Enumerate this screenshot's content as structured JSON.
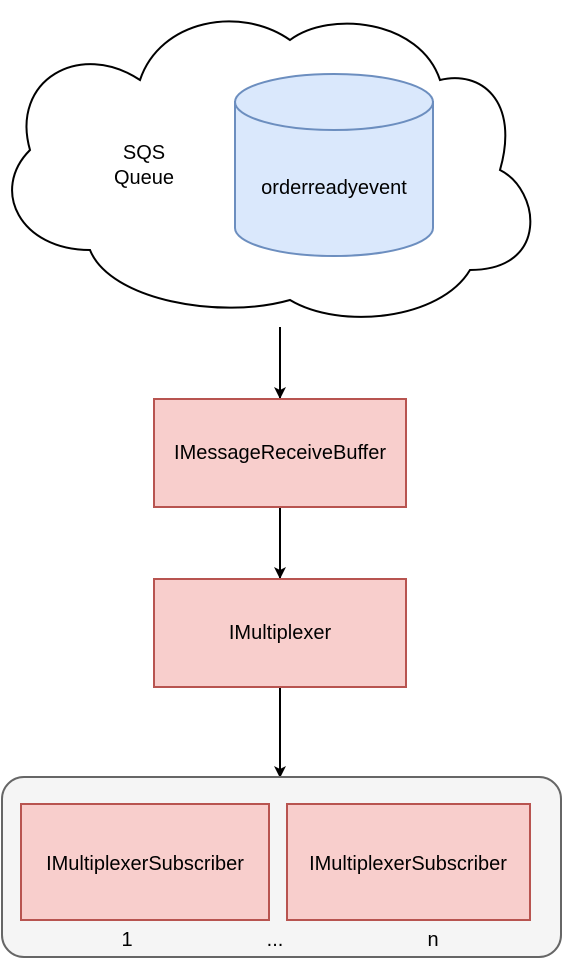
{
  "cloud": {
    "label_line1": "SQS",
    "label_line2": "Queue"
  },
  "queue": {
    "label": "orderreadyevent"
  },
  "buffer": {
    "label": "IMessageReceiveBuffer"
  },
  "multiplexer": {
    "label": "IMultiplexer"
  },
  "subscribers": {
    "items": [
      {
        "label": "IMultiplexerSubscriber"
      },
      {
        "label": "IMultiplexerSubscriber"
      }
    ],
    "index_first": "1",
    "index_ellipsis": "...",
    "index_last": "n"
  },
  "colors": {
    "cylinder_fill": "#dae8fc",
    "cylinder_stroke": "#6c8ebf",
    "box_fill": "#f8cecc",
    "box_stroke": "#b85450",
    "group_fill": "#f5f5f5",
    "group_stroke": "#666666",
    "line": "#000000"
  }
}
